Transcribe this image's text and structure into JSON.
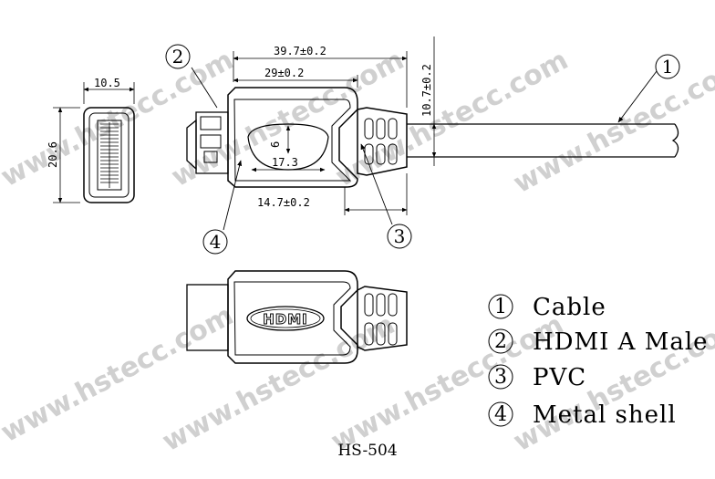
{
  "watermark": "www.hstecc.com",
  "model": "HS-504",
  "logo_text": "HDMI",
  "dimensions": {
    "width_end": "10.5",
    "height_end": "20.6",
    "total_length": "39.7±0.2",
    "head_length": "29±0.2",
    "shell_length": "14.7±0.2",
    "boot_diameter": "10.7±0.2",
    "window_width": "17.3",
    "window_height": "6"
  },
  "callouts": [
    "1",
    "2",
    "3",
    "4"
  ],
  "legend": [
    {
      "num": "1",
      "label": "Cable"
    },
    {
      "num": "2",
      "label": "HDMI A Male"
    },
    {
      "num": "3",
      "label": "PVC"
    },
    {
      "num": "4",
      "label": "Metal shell"
    }
  ]
}
